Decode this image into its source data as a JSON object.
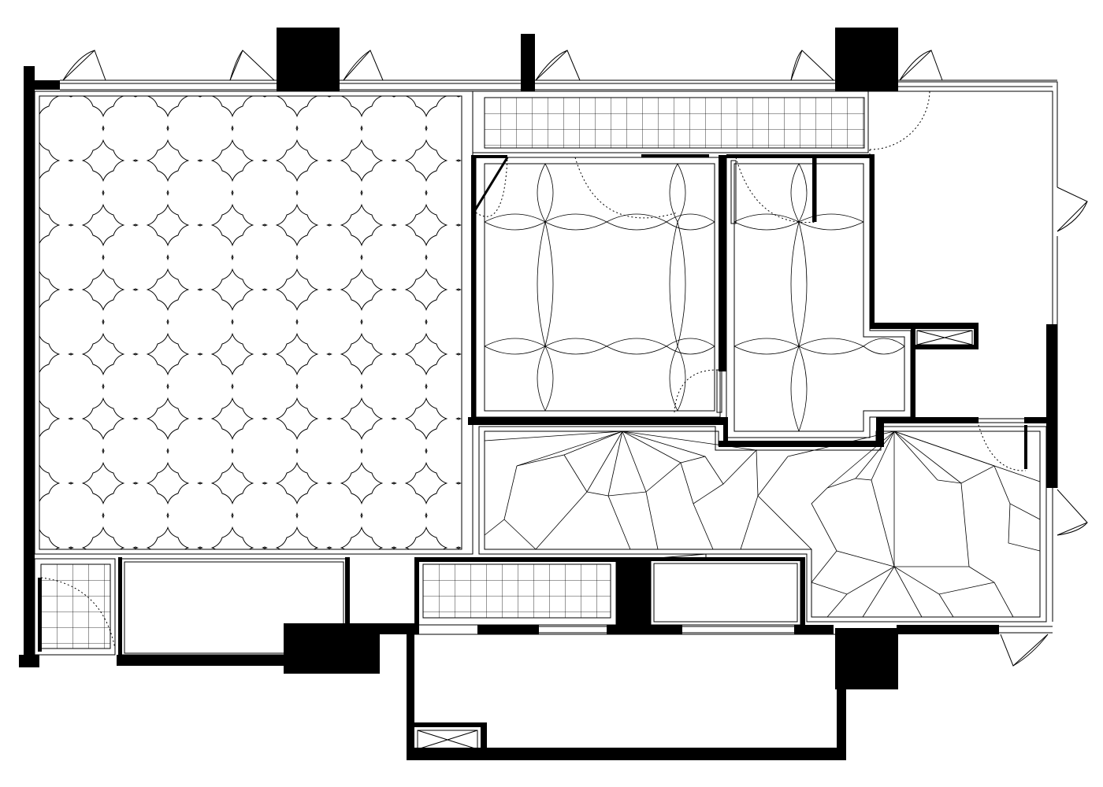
{
  "drawing": {
    "kind": "architectural-floor-plan",
    "colors": {
      "line": "#000000",
      "background": "#ffffff"
    }
  },
  "rooms": [
    {
      "id": "living",
      "floor_pattern": "quatrefoil-tile",
      "tile_columns": 7,
      "tile_rows": 7
    },
    {
      "id": "bedroom-1",
      "floor_pattern": "interlocking-arcs"
    },
    {
      "id": "bedroom-2",
      "floor_pattern": "interlocking-arcs"
    },
    {
      "id": "lower-hall",
      "floor_pattern": "radial-parquet"
    },
    {
      "id": "top-strip",
      "floor_pattern": "square-grid"
    },
    {
      "id": "bath-small",
      "floor_pattern": "square-grid"
    },
    {
      "id": "kitchen",
      "floor_pattern": "square-grid"
    },
    {
      "id": "balcony",
      "floor_pattern": "none"
    }
  ],
  "symbols": {
    "doors": "door-swing-arc",
    "windows": "double-line-window",
    "shafts": "cross-box"
  }
}
